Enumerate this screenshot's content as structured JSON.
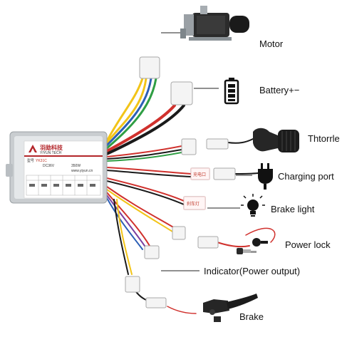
{
  "labels": {
    "motor": "Motor",
    "battery": "Battery+−",
    "throttle": "Thtorrle",
    "charging_port": "Charging port",
    "brake_light": "Brake light",
    "power_lock": "Power lock",
    "indicator": "Indicator(Power output)",
    "brake": "Brake"
  },
  "controller": {
    "brand_cn": "羽勋科技",
    "brand_en": "YIYUN TECH",
    "model_label": "型号",
    "model": "YK31C",
    "voltage": "DC36V",
    "power": "350W",
    "website": "www.yiyun.cn"
  },
  "tags": {
    "charging": "充电口",
    "brake_light": "刹车灯"
  },
  "colors": {
    "wire_red": "#d0312d",
    "wire_yellow": "#f2c418",
    "wire_blue": "#2c5fb5",
    "wire_green": "#2f9e44",
    "wire_black": "#1a1a1a",
    "wire_purple": "#7b3fa0",
    "wire_white": "#e8e8e8",
    "wire_brown": "#8b4a2b",
    "housing": "#cfd3d6",
    "label_red": "#b3262a"
  },
  "icons": {
    "motor": "motor-icon",
    "battery": "battery-icon",
    "throttle": "throttle-icon",
    "charging": "plug-icon",
    "brake_light": "light-bulb-icon",
    "power_lock": "key-lock-icon",
    "brake": "brake-lever-icon"
  }
}
